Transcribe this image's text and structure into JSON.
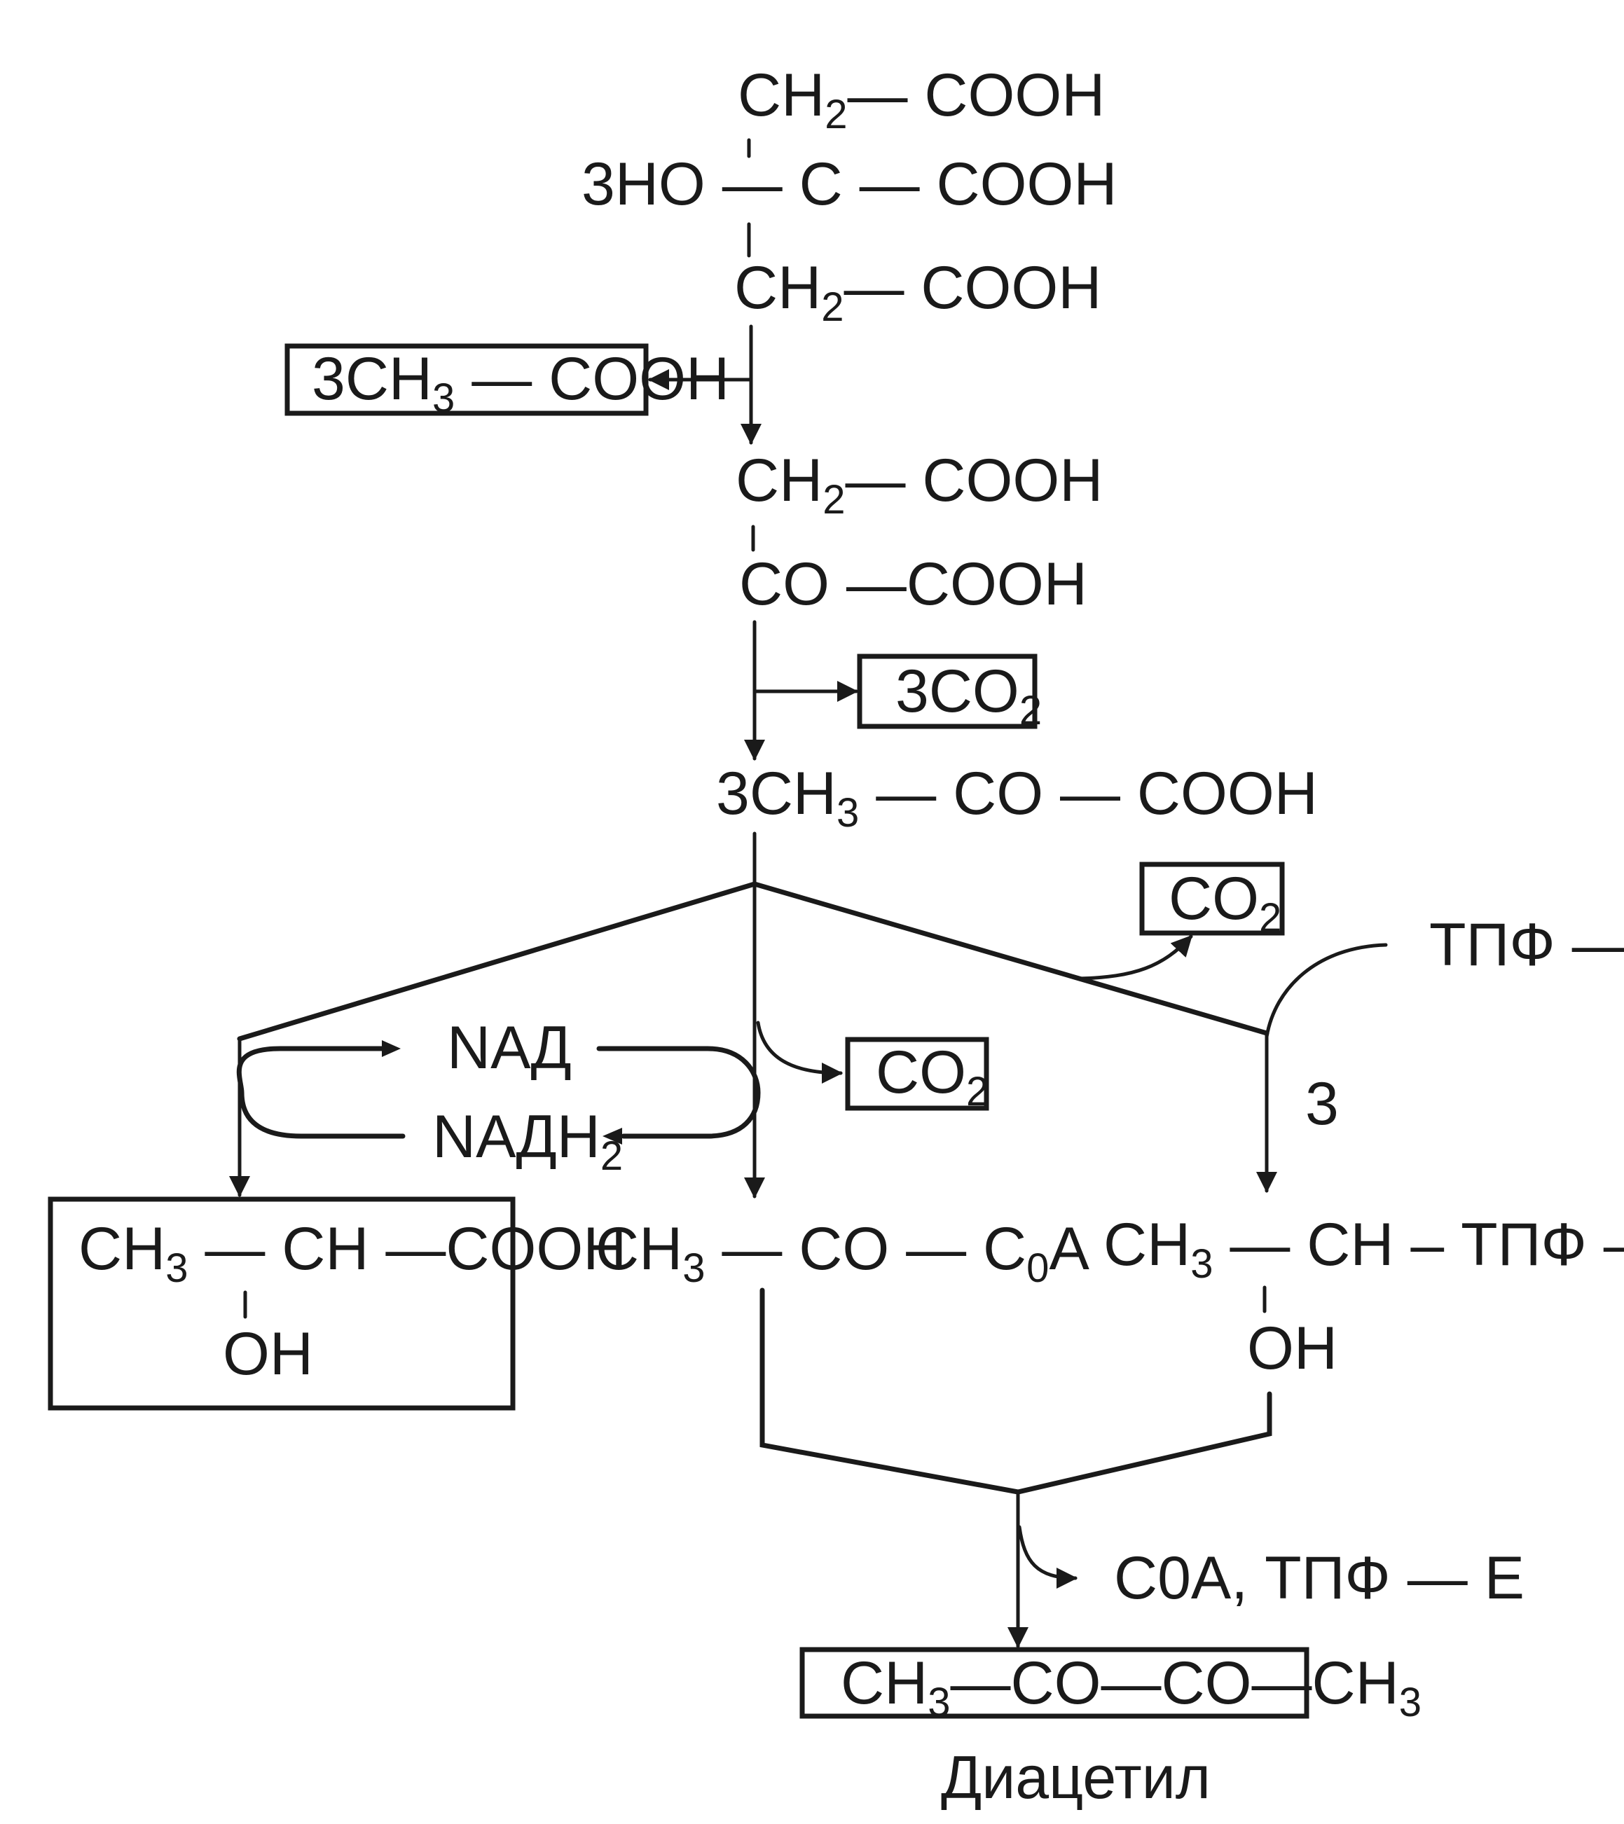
{
  "title": "Схема образования диацетила из лимонной кислоты",
  "colors": {
    "ink": "#1a1a1a",
    "background": "#ffffff"
  },
  "citrate": {
    "row1": {
      "left": "CH",
      "sub": "2",
      "right": "— COOH"
    },
    "row2": {
      "text": "3HO — C — COOH"
    },
    "row3": {
      "left": "CH",
      "sub": "2",
      "right": "— COOH"
    }
  },
  "acetate_box": {
    "pre": "3CH",
    "sub": "3",
    "post": " — COOH"
  },
  "oxaloacetate": {
    "row1": {
      "left": "CH",
      "sub": "2",
      "right": "— COOH"
    },
    "row2": {
      "text": "CO —COOH"
    }
  },
  "co2_box_1": {
    "pre": "3CO",
    "sub": "2"
  },
  "pyruvate": {
    "pre": "3CH",
    "sub": "3",
    "post": " — CO — COOH"
  },
  "co2_box_right": {
    "pre": "CO",
    "sub": "2"
  },
  "tpf_input": {
    "text": "ТПФ — Е"
  },
  "step_label": {
    "text": "3"
  },
  "nad": {
    "text": "NAД"
  },
  "nadh2": {
    "text": "NAДH",
    "sub": "2"
  },
  "co2_box_mid": {
    "pre": "CO",
    "sub": "2"
  },
  "lactate_box": {
    "row1": {
      "pre": "CH",
      "sub": "3",
      "post": " — CH —COOH"
    },
    "row2": {
      "text": "OH"
    }
  },
  "acetyl_coa": {
    "pre": "CH",
    "sub": "3",
    "mid": " — CO — C",
    "sub2": "0",
    "post": "A"
  },
  "hydroxyethyl_tpp": {
    "row1": {
      "pre": "CH",
      "sub": "3",
      "post": " —  CH – ТПФ — Е"
    },
    "row2": {
      "text": "OH"
    }
  },
  "released": {
    "text": "C0A,  ТПФ — Е"
  },
  "diacetyl_box": {
    "pre": "CH",
    "sub1": "3",
    "mid": "—CO—CO—CH",
    "sub2": "3"
  },
  "diacetyl_label": {
    "text": "Диацетил"
  }
}
